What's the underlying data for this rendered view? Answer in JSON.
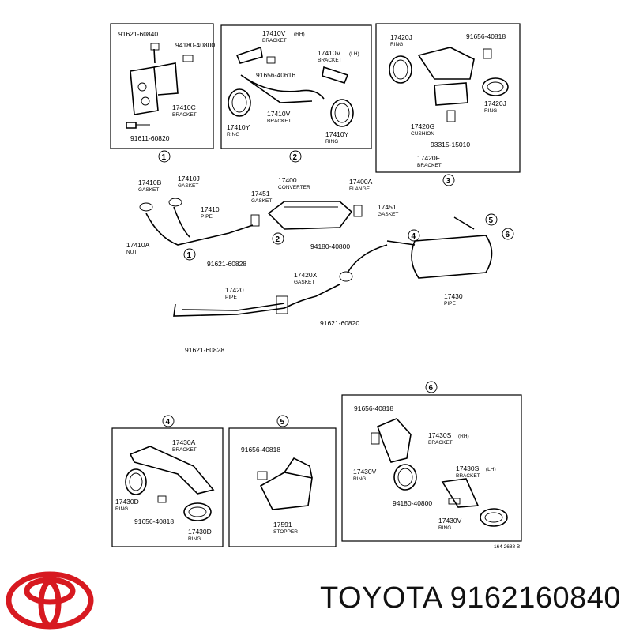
{
  "footer": {
    "brand": "TOYOTA",
    "part_number": "9162160840",
    "logo_color": "#d71920"
  },
  "diagram": {
    "code": "164 2688 B",
    "callouts": [
      "1",
      "2",
      "3",
      "4",
      "5",
      "6"
    ],
    "panel1": {
      "l1": "91621-60840",
      "l2": "94180-40800",
      "l3": "17410C",
      "l3s": "BRACKET",
      "l4": "91611-60820"
    },
    "panel2": {
      "l1": "17410V",
      "l1s": "(RH)",
      "l1b": "BRACKET",
      "l2": "17410V",
      "l2s": "(LH)",
      "l2b": "BRACKET",
      "l3": "91656-40616",
      "l4": "17410Y",
      "l4b": "RING",
      "l5": "17410V",
      "l5b": "BRACKET",
      "l6": "17410Y",
      "l6b": "RING"
    },
    "panel3": {
      "l1": "17420J",
      "l1b": "RING",
      "l2": "91656-40818",
      "l3": "17420J",
      "l3b": "RING",
      "l4": "17420G",
      "l4b": "CUSHION",
      "l5": "93315-15010",
      "l6": "17420F",
      "l6b": "BRACKET"
    },
    "main": {
      "a1": "17410B",
      "a1b": "GASKET",
      "a2": "17410J",
      "a2b": "GASKET",
      "a3": "17400",
      "a3b": "CONVERTER",
      "a4": "17400A",
      "a4b": "FLANGE",
      "a5": "17451",
      "a5b": "GASKET",
      "a6": "17451",
      "a6b": "GASKET",
      "a7": "17410",
      "a7b": "PIPE",
      "a8": "17410A",
      "a8b": "NUT",
      "a9": "94180-40800",
      "a10": "91621-60828",
      "a11": "17420X",
      "a11b": "GASKET",
      "a12": "17420",
      "a12b": "PIPE",
      "a13": "17430",
      "a13b": "PIPE",
      "a14": "91621-60820",
      "a15": "91621-60828"
    },
    "panel4": {
      "l1": "17430A",
      "l1b": "BRACKET",
      "l2": "17430D",
      "l2b": "RING",
      "l3": "91656-40818",
      "l4": "17430D",
      "l4b": "RING"
    },
    "panel5": {
      "l1": "91656-40818",
      "l2": "17591",
      "l2b": "STOPPER"
    },
    "panel6": {
      "l1": "91656-40818",
      "l2": "17430S",
      "l2s": "(RH)",
      "l2b": "BRACKET",
      "l3": "17430S",
      "l3s": "(LH)",
      "l3b": "BRACKET",
      "l4": "17430V",
      "l4b": "RING",
      "l5": "94180-40800",
      "l6": "17430V",
      "l6b": "RING"
    }
  }
}
